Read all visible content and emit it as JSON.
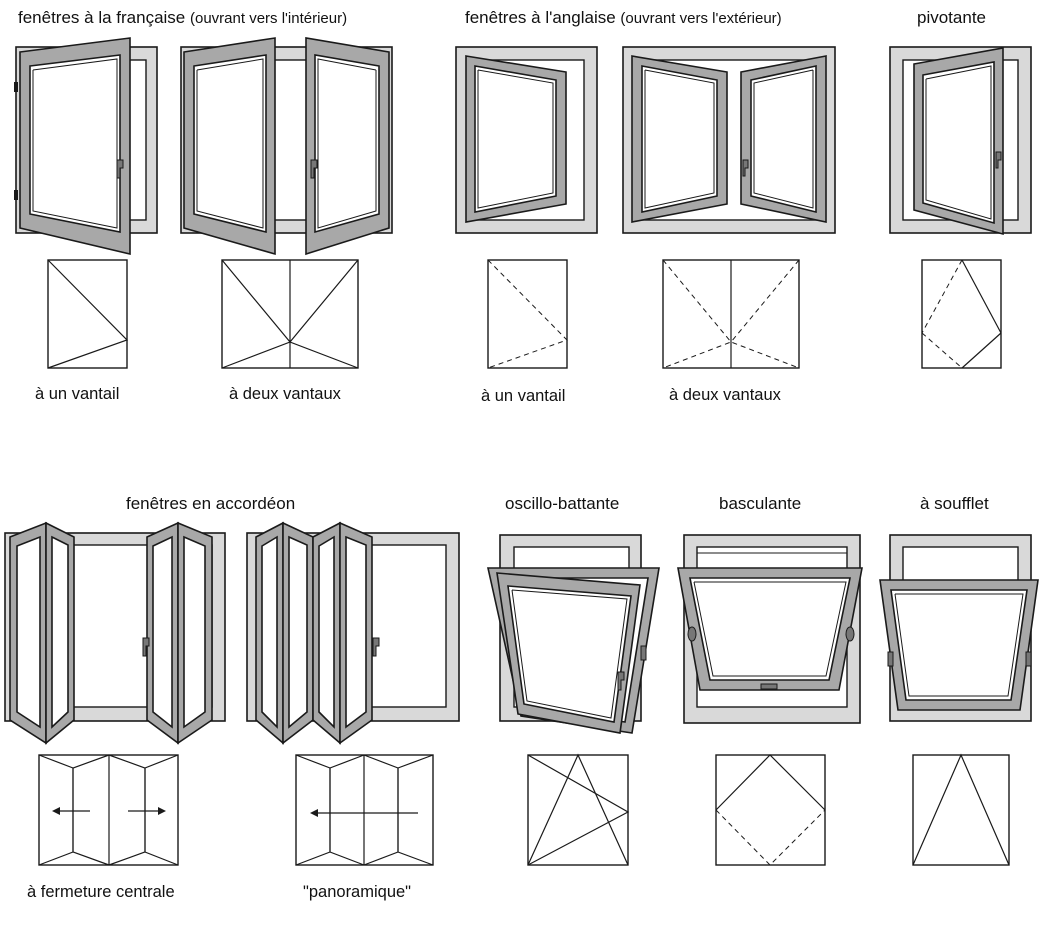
{
  "colors": {
    "frame_fill": "#d9d9d9",
    "sash_fill": "#a8a8a8",
    "line": "#1a1a1a",
    "background": "#ffffff"
  },
  "headings": {
    "french_main": "fenêtres à la française",
    "french_sub": "(ouvrant vers l'intérieur)",
    "english_main": "fenêtres à l'anglaise",
    "english_sub": "(ouvrant vers l'extérieur)",
    "pivot": "pivotante",
    "accordion": "fenêtres en accordéon",
    "tilt_turn": "oscillo-battante",
    "bascule": "basculante",
    "soufflet": "à soufflet"
  },
  "captions": {
    "french_single": "à un vantail",
    "french_double": "à deux vantaux",
    "english_single": "à un vantail",
    "english_double": "à deux vantaux",
    "accordion_central": "à fermeture centrale",
    "accordion_panoramic": "\"panoramique\""
  }
}
